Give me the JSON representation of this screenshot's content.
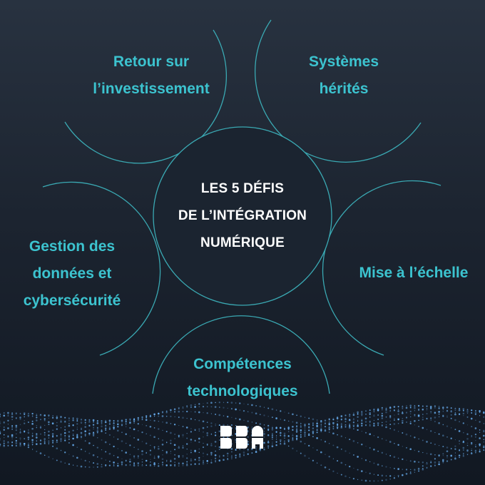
{
  "center": {
    "lines": [
      "LES 5 DÉFIS",
      "DE L’INTÉGRATION",
      "NUMÉRIQUE"
    ]
  },
  "challenges": {
    "top_left": {
      "lines": [
        "Retour sur",
        "l’investissement"
      ]
    },
    "top_right": {
      "lines": [
        "Systèmes",
        "hérités"
      ]
    },
    "left": {
      "lines": [
        "Gestion des",
        "données et",
        "cybersécurité"
      ]
    },
    "right": {
      "lines": [
        "Mise à l’échelle"
      ]
    },
    "bottom": {
      "lines": [
        "Compétences",
        "technologiques"
      ]
    }
  },
  "logo": {
    "name": "bba-logo"
  },
  "colors": {
    "accent": "#3cc3cf",
    "ring": "#3aa9b3",
    "background": "#1c2430",
    "title": "#ffffff"
  }
}
